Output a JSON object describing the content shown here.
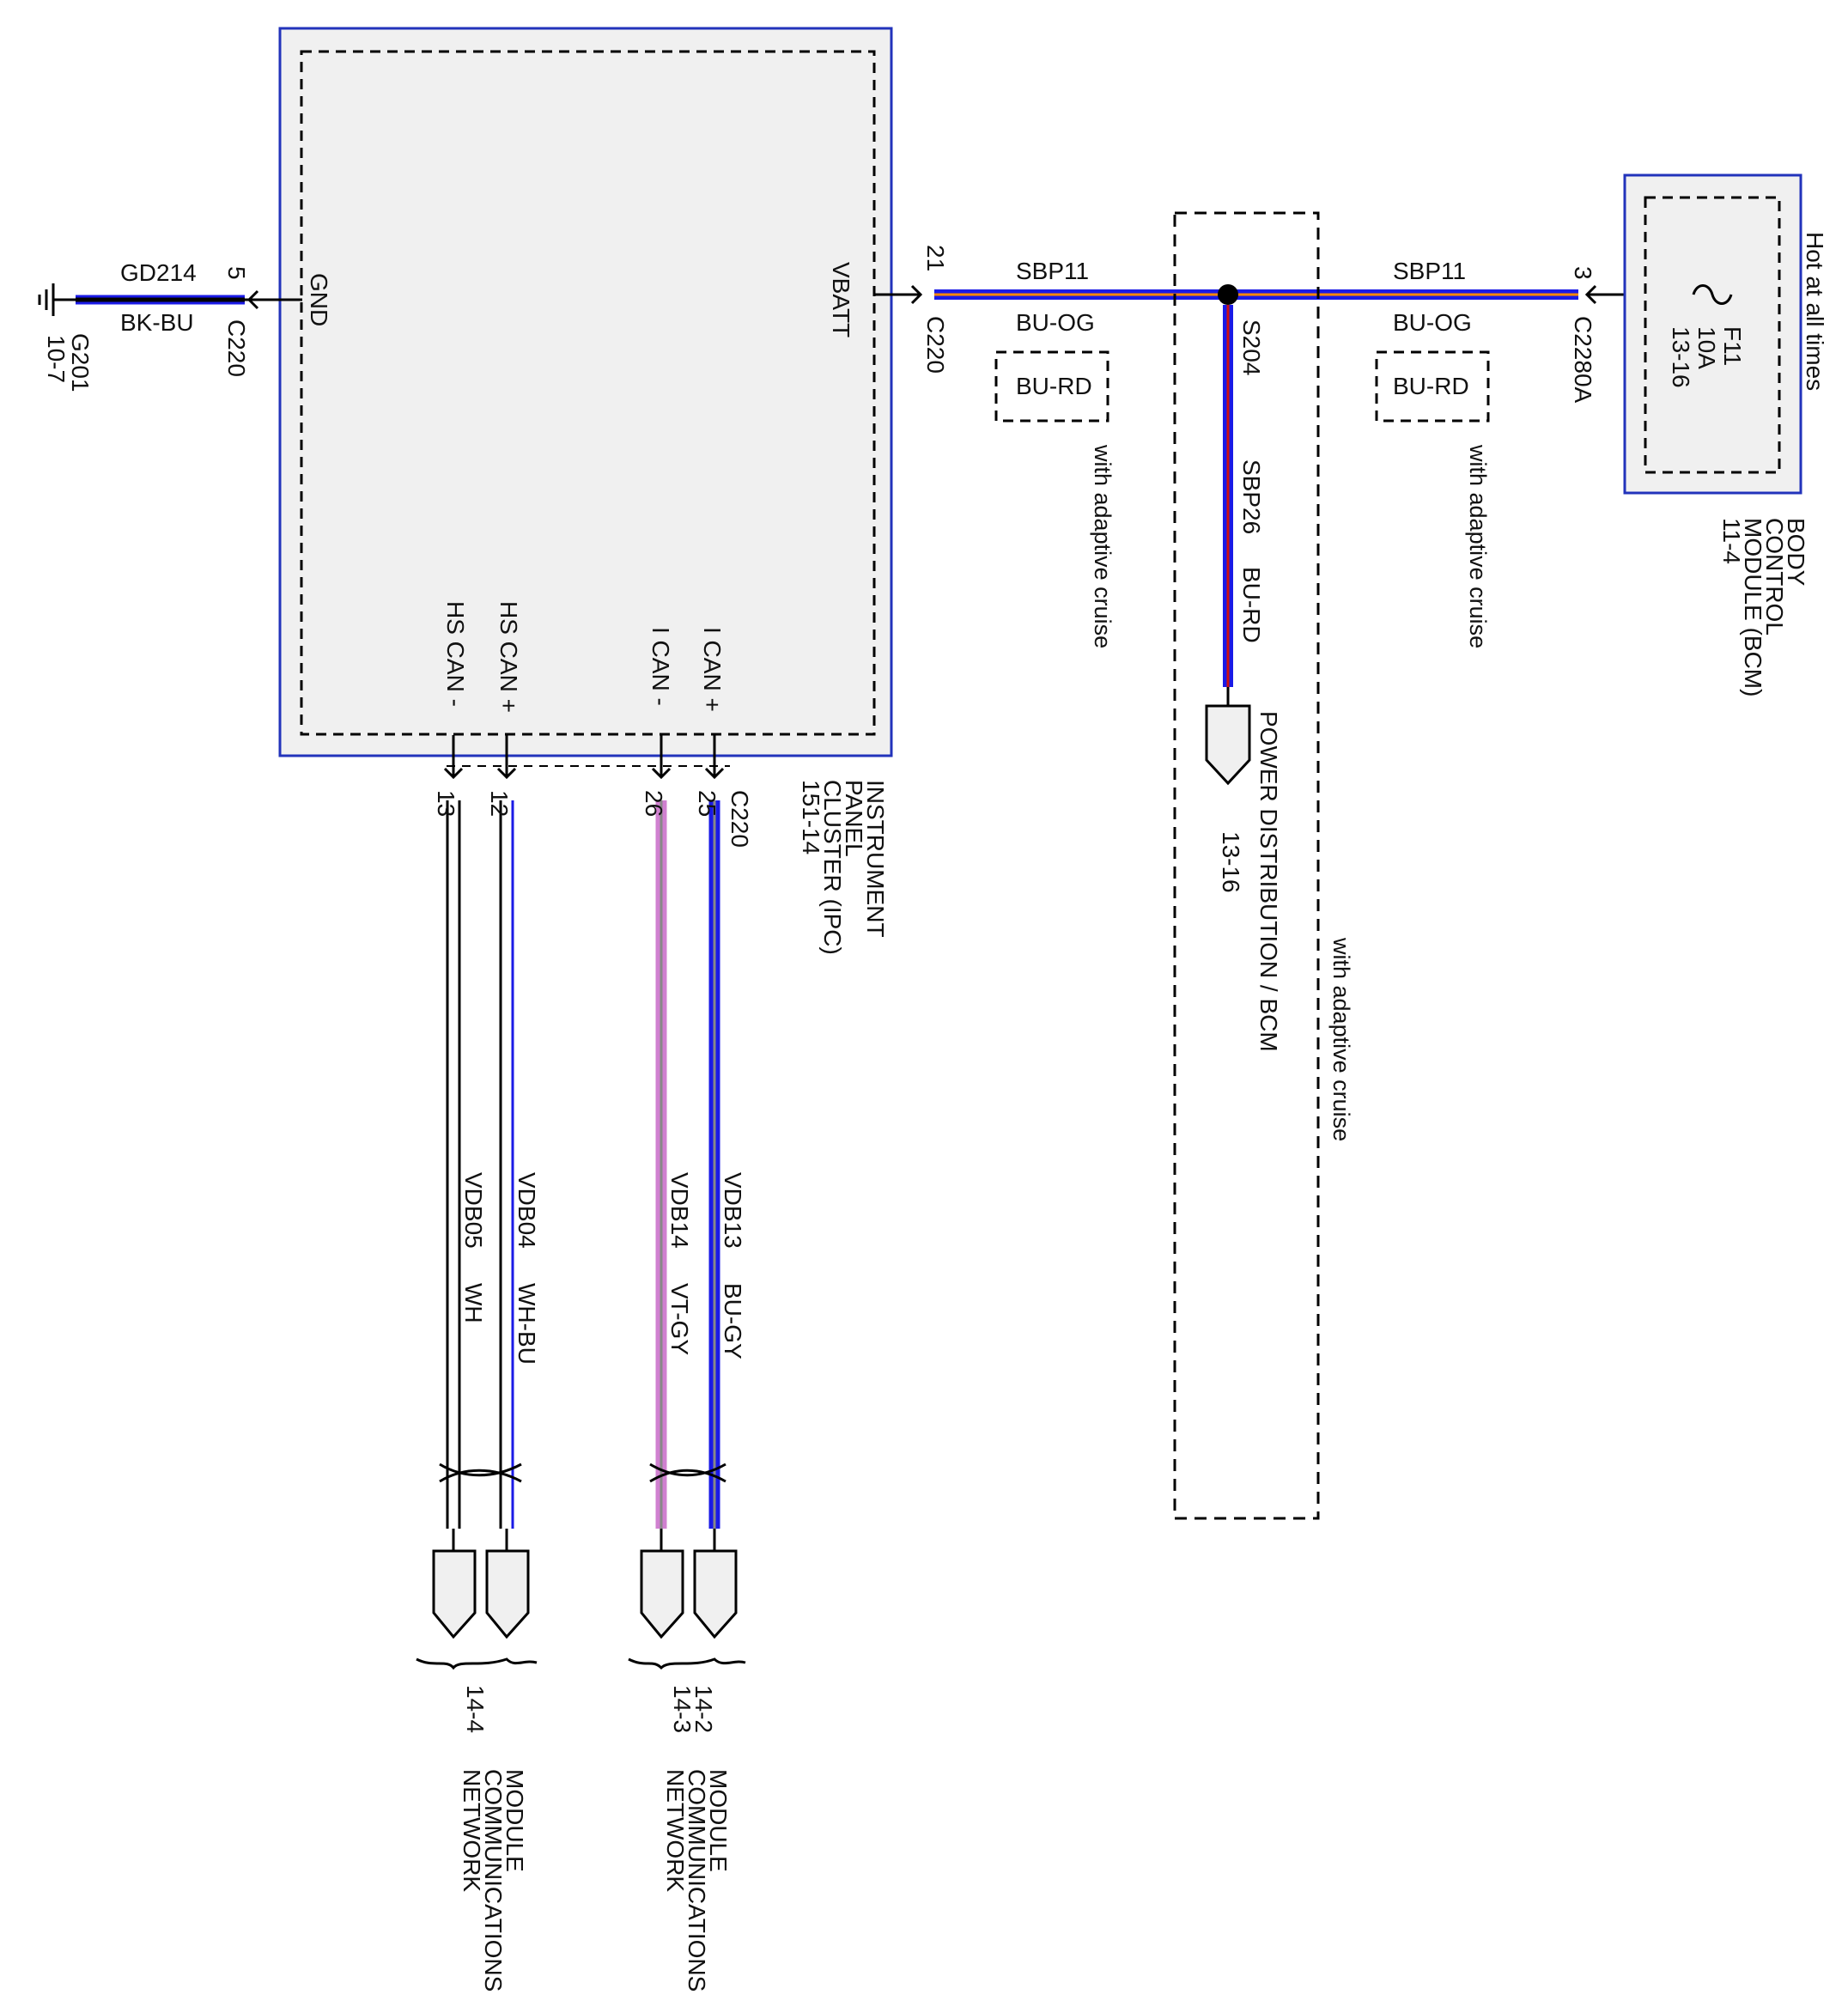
{
  "colors": {
    "module_fill": "#f0f0f0",
    "module_border": "#2233bb",
    "wire_blue": "#1a1ae6",
    "wire_red": "#cc1111",
    "wire_orange": "#ff8800",
    "wire_black": "#000000",
    "wire_violet": "#d080d0",
    "wire_gray": "#888888"
  },
  "ipc": {
    "name": "INSTRUMENT\nPANEL\nCLUSTER (IPC)\n151-14",
    "pins": {
      "gnd": "GND",
      "vbatt": "VBATT",
      "hs_can_minus": "HS CAN -",
      "hs_can_plus": "HS CAN +",
      "i_can_minus": "I CAN -",
      "i_can_plus": "I CAN +"
    }
  },
  "ground": {
    "circuit": "GD214",
    "color": "BK-BU",
    "pin": "5",
    "connector": "C220",
    "ground_id": "G201",
    "page_ref": "10-7"
  },
  "power": {
    "left_pin": "21",
    "left_connector": "C220",
    "circuit": "SBP11",
    "color": "BU-OG",
    "alt_color": "BU-RD",
    "option_note": "with adaptive cruise",
    "splice": "S204",
    "branch_circuit": "SBP26",
    "branch_color": "BU-RD",
    "branch_dest": "POWER DISTRIBUTION / BCM",
    "branch_ref": "13-16",
    "right_pin": "3",
    "right_connector": "C2280A"
  },
  "bcm": {
    "name": "BODY\nCONTROL\nMODULE (BCM)\n11-4",
    "hot_label": "Hot at all times",
    "fuse_label": "F11",
    "fuse_rating": "10A",
    "fuse_ref": "13-16"
  },
  "network": {
    "connector": "C220",
    "wires": [
      {
        "pin": "13",
        "circuit": "VDB05",
        "color": "WH"
      },
      {
        "pin": "12",
        "circuit": "VDB04",
        "color": "WH-BU"
      },
      {
        "pin": "26",
        "circuit": "VDB14",
        "color": "VT-GY"
      },
      {
        "pin": "25",
        "circuit": "VDB13",
        "color": "BU-GY"
      }
    ],
    "dest_name": "MODULE\nCOMMUNICATIONS\nNETWORK",
    "dest_left_ref": "14-4",
    "dest_right_refs": "14-2\n14-3"
  }
}
